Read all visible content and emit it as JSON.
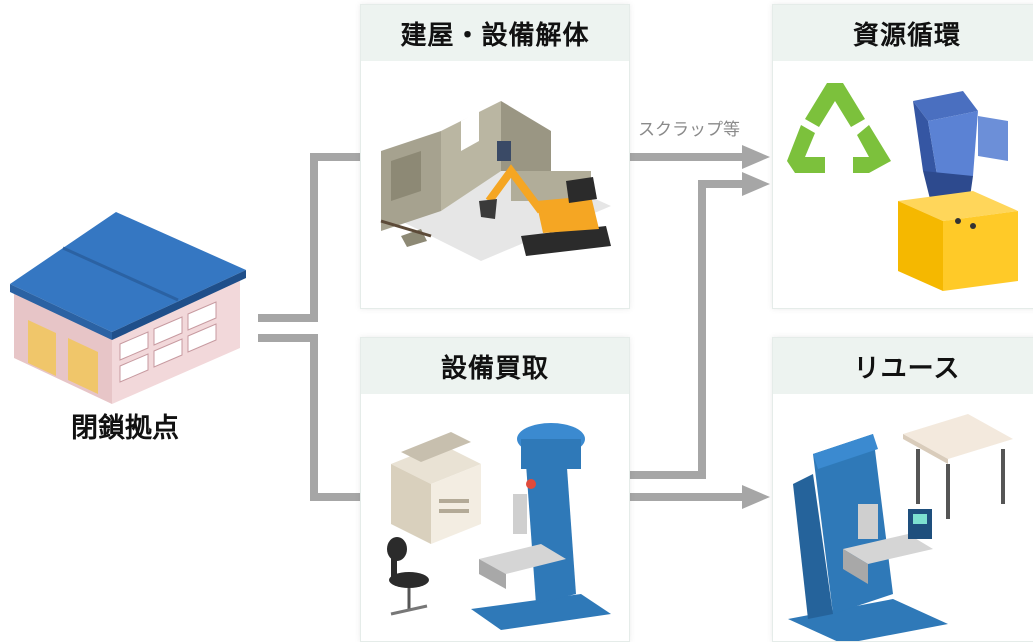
{
  "origin": {
    "label": "閉鎖拠点",
    "icon": "warehouse-icon"
  },
  "panels": {
    "demolition": {
      "title": "建屋・設備解体",
      "icon": "demolition-excavator-icon"
    },
    "purchase": {
      "title": "設備買取",
      "icon": "equipment-machines-icon"
    },
    "recycling": {
      "title": "資源循環",
      "icon": "recycle-shredder-icon"
    },
    "reuse": {
      "title": "リユース",
      "icon": "reused-machine-icon"
    }
  },
  "flows": {
    "scrap_label": "スクラップ等"
  },
  "colors": {
    "header_bg": "#edf3f0",
    "connector": "#a6a6a6",
    "machine_blue": "#2f79b8",
    "recycle_green": "#7cc13c",
    "excavator_orange": "#f5a623",
    "roof_blue": "#3577c2"
  }
}
